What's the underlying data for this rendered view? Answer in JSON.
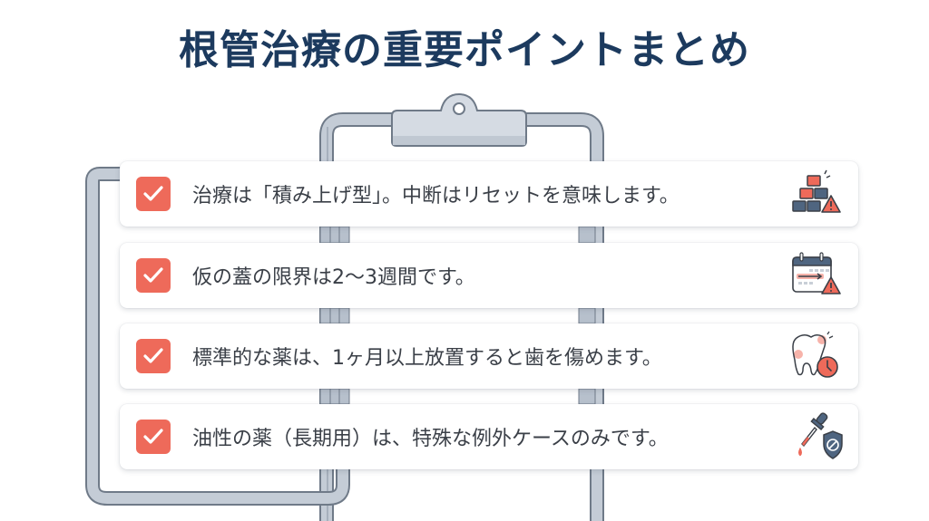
{
  "title": "根管治療の重要ポイントまとめ",
  "colors": {
    "title": "#1c3a5e",
    "accent": "#ee6a5a",
    "icon_dark": "#4f6580",
    "clipboard": "#c4ccd6",
    "clipboard_stroke": "#6f7a88",
    "text": "#3a3f47"
  },
  "items": [
    {
      "checked": true,
      "text": "治療は「積み上げ型」。中断はリセットを意味します。",
      "icon": "stacked-blocks-warning-icon"
    },
    {
      "checked": true,
      "text": "仮の蓋の限界は2〜3週間です。",
      "icon": "calendar-warning-icon"
    },
    {
      "checked": true,
      "text": "標準的な薬は、1ヶ月以上放置すると歯を傷めます。",
      "icon": "tooth-clock-icon"
    },
    {
      "checked": true,
      "text": "油性の薬（長期用）は、特殊な例外ケースのみです。",
      "icon": "dropper-shield-icon"
    }
  ]
}
